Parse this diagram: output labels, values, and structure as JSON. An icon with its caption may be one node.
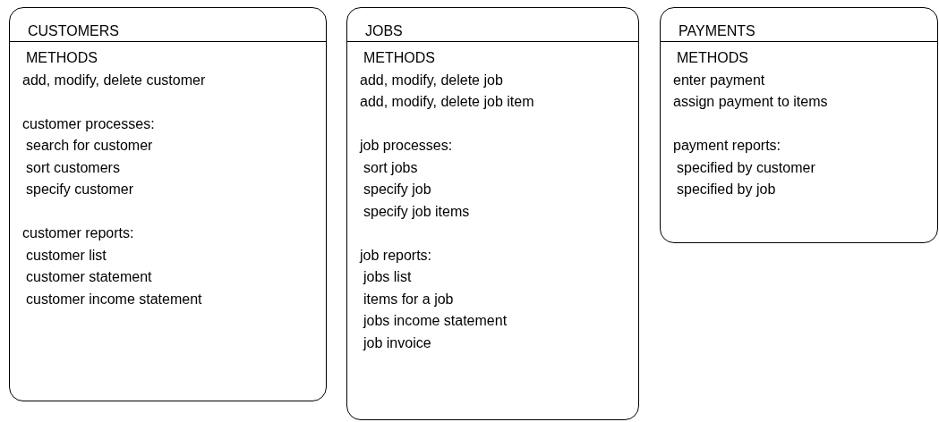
{
  "diagram": {
    "nodes": [
      {
        "text": [
          "CUSTOMERS",
          "METHODS",
          "add, modify, delete customer",
          "customer processes:",
          "search for customer",
          "sort customers",
          "specify customer",
          "customer reports:",
          "customer list",
          "customer statement",
          "customer income statement"
        ]
      },
      {
        "text": [
          "JOBS",
          "METHODS",
          "add, modify, delete job",
          "add, modify, delete job item",
          "job processes:",
          "sort jobs",
          "specify job",
          "specify job items",
          "job reports:",
          "jobs list",
          "items for a job",
          "jobs income statement",
          "job invoice"
        ]
      },
      {
        "text": [
          "PAYMENTS",
          "METHODS",
          "enter payment",
          "assign payment to items",
          "payment reports:",
          "specified by customer",
          "specified by job"
        ]
      }
    ]
  }
}
